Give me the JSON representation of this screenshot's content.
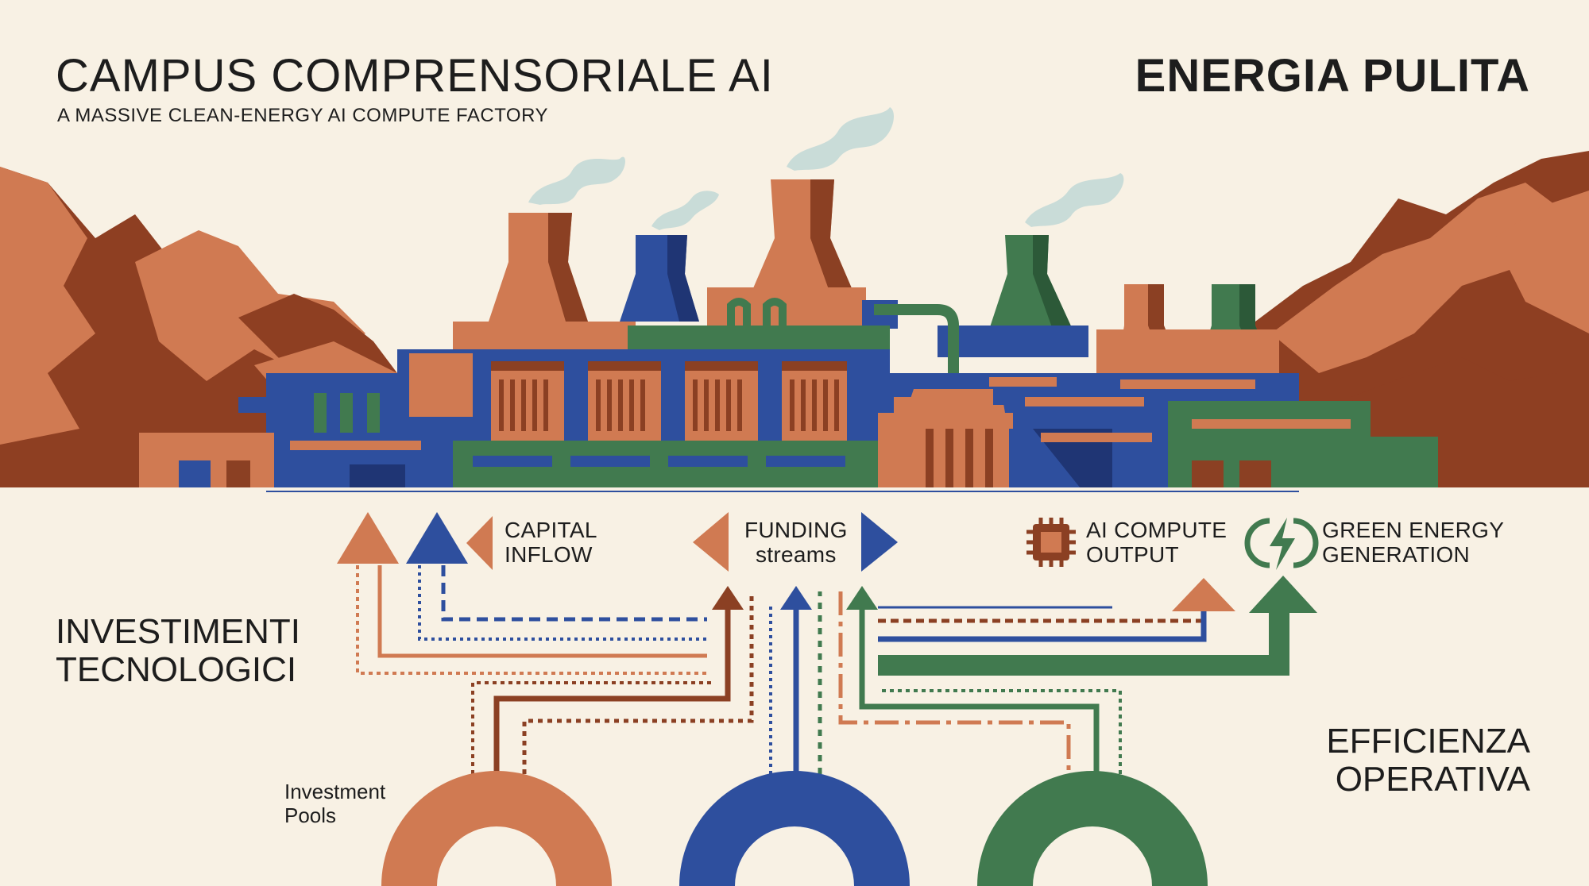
{
  "header": {
    "title_left": "CAMPUS COMPRENSORIALE AI",
    "subtitle_left": "A MASSIVE CLEAN-ENERGY AI COMPUTE FACTORY",
    "title_right": "ENERGIA PULITA"
  },
  "sections": {
    "left_line1": "INVESTIMENTI",
    "left_line2": "TECNOLOGICI",
    "right_line1": "EFFICIENZA",
    "right_line2": "OPERATIVA"
  },
  "legend": {
    "capital_line1": "CAPITAL",
    "capital_line2": "INFLOW",
    "funding_line1": "FUNDING",
    "funding_line2": "streams",
    "compute_line1": "AI COMPUTE",
    "compute_line2": "OUTPUT",
    "green_line1": "GREEN ENERGY",
    "green_line2": "GENERATION"
  },
  "pools": {
    "label_line1": "Investment",
    "label_line2": "Pools"
  },
  "colors": {
    "background": "#f8f1e4",
    "terracotta": "#d07a52",
    "rust": "#8b4023",
    "blue": "#2e4f9e",
    "green": "#417a4f",
    "mountain_dark": "#8e3f22",
    "steam": "#c9dcd8",
    "ink": "#1d1d1d"
  },
  "icons": {
    "compute": "cpu-chip-icon",
    "green": "lightning-bolt-icon"
  }
}
